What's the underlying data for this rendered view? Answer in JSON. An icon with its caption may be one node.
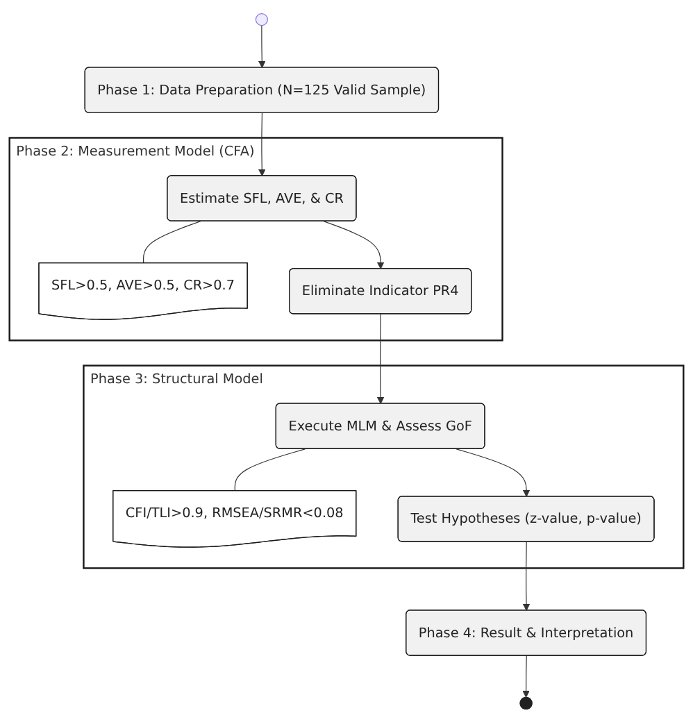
{
  "diagram": {
    "nodes": [
      {
        "text": [],
        "shape": "circle"
      },
      {
        "text": [
          "Phase 1: Data Preparation (N=125 Valid Sample)"
        ]
      },
      {
        "text": [
          "Phase 2: Measurement Model (CFA)"
        ]
      },
      {
        "text": [
          "Estimate SFL, AVE, & CR"
        ],
        "in": 2
      },
      {
        "text": [
          "SFL>0.5, AVE>0.5, CR>0.7"
        ],
        "in": 2
      },
      {
        "text": [
          "Eliminate Indicator PR4"
        ],
        "in": 2
      },
      {
        "text": [
          "Phase 3: Structural Model"
        ]
      },
      {
        "text": [
          "Execute MLM & Assess GoF"
        ],
        "in": 6
      },
      {
        "text": [
          "CFI/TLI>0.9, RMSEA/SRMR<0.08"
        ],
        "in": 6
      },
      {
        "text": [
          "Test Hypotheses (z-value, p-value)"
        ],
        "in": 6
      },
      {
        "text": [
          "Phase 4: Result & Interpretation"
        ]
      },
      {
        "text": [],
        "shape": "circle"
      }
    ],
    "edges": [
      {
        "from": 0,
        "to": 1,
        "arrow": "to"
      },
      {
        "from": 1,
        "to": 3,
        "arrow": "to"
      },
      {
        "from": 3,
        "to": 4,
        "arrow": "none"
      },
      {
        "from": 3,
        "to": 5,
        "arrow": "to"
      },
      {
        "from": 5,
        "to": 7,
        "arrow": "to"
      },
      {
        "from": 7,
        "to": 8,
        "arrow": "none"
      },
      {
        "from": 7,
        "to": 9,
        "arrow": "to"
      },
      {
        "from": 9,
        "to": 10,
        "arrow": "to"
      },
      {
        "from": 10,
        "to": 11,
        "arrow": "to"
      }
    ]
  }
}
